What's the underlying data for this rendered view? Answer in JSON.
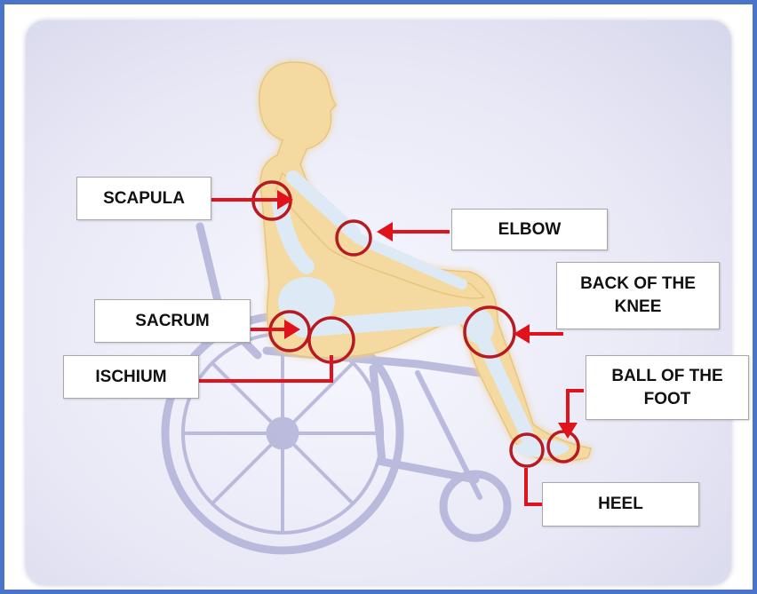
{
  "labels": {
    "scapula": "SCAPULA",
    "elbow": "ELBOW",
    "back_of_knee_line1": "BACK OF THE",
    "back_of_knee_line2": "KNEE",
    "sacrum": "SACRUM",
    "ischium": "ISCHIUM",
    "ball_of_foot_line1": "BALL OF THE",
    "ball_of_foot_line2": "FOOT",
    "heel": "HEEL"
  },
  "colors": {
    "border": "#4a74c9",
    "marker": "#b81a22",
    "arrow": "#e0121c",
    "skin": "#f4d9a0",
    "bone": "#dde9f5",
    "wheelchair": "#a9a9d4"
  },
  "icons": {
    "figure": "seated-human-figure",
    "chair": "wheelchair-illustration"
  }
}
